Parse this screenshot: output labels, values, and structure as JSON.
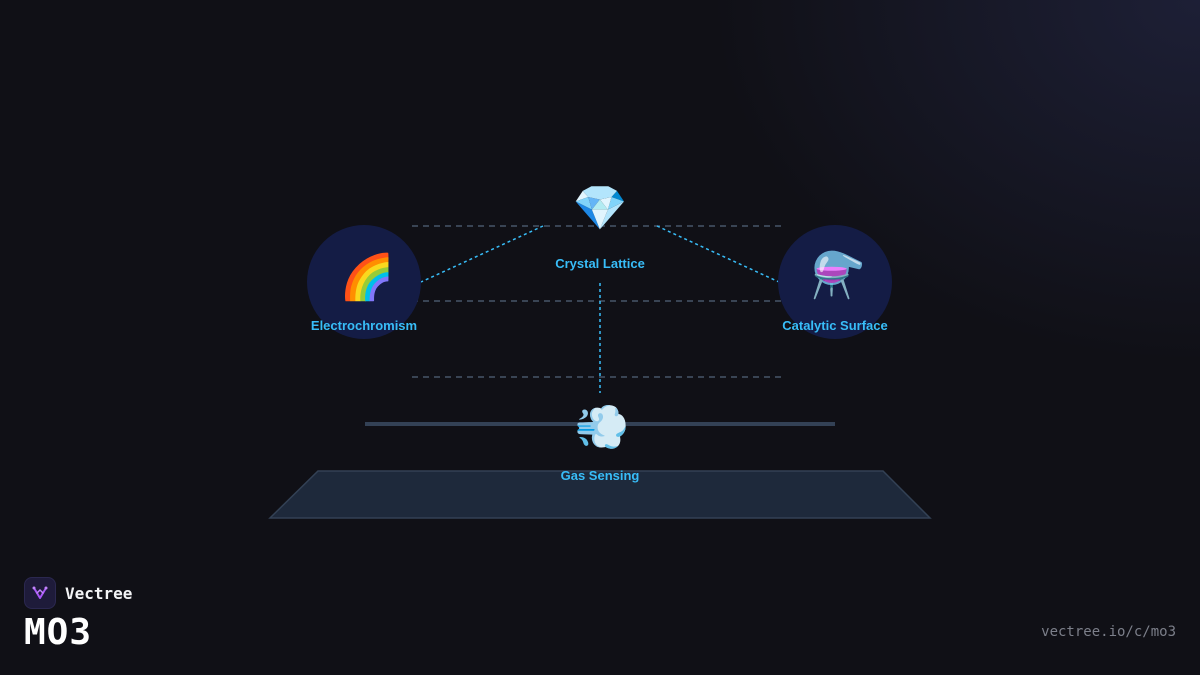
{
  "diagram": {
    "nodes": [
      {
        "id": "crystal",
        "label": "Crystal Lattice",
        "emoji": "💎"
      },
      {
        "id": "electro",
        "label": "Electrochromism",
        "emoji": "🌈"
      },
      {
        "id": "catalytic",
        "label": "Catalytic Surface",
        "emoji": "⚗️"
      },
      {
        "id": "gas",
        "label": "Gas Sensing",
        "emoji": "💨"
      }
    ],
    "colors": {
      "accent": "#38bdf8",
      "circle": "#141c45",
      "platform": "#1e293b",
      "platform_edge": "#334155",
      "grid_line": "#475569"
    }
  },
  "brand": {
    "name": "Vectree",
    "logo_icon": "vectree-logo-icon",
    "logo_color": "#a855f7"
  },
  "page": {
    "title": "MO3",
    "url": "vectree.io/c/mo3"
  }
}
